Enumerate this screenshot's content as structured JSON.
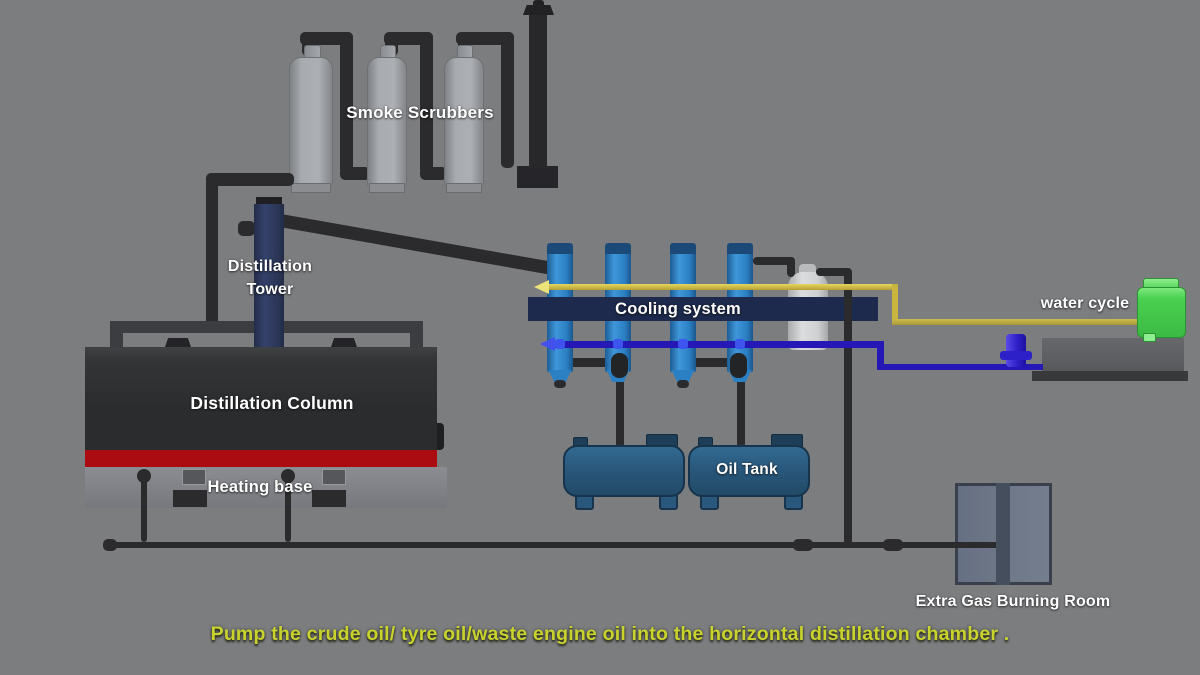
{
  "labels": {
    "smoke_scrubbers": "Smoke Scrubbers",
    "tower_line1": "Distillation",
    "tower_line2": "Tower",
    "distillation_column": "Distillation Column",
    "heating_base": "Heating base",
    "cooling_system": "Cooling system",
    "oil_tank": "Oil Tank",
    "water_cycle": "water cycle",
    "extra_gas_burning_room": "Extra Gas Burning Room"
  },
  "caption": "Pump the crude oil/ tyre oil/waste engine oil into the horizontal distillation chamber .",
  "colors": {
    "background": "#7c7d7f",
    "pipe_dark": "#2b2b2d",
    "scrubber_gray": "#a2a5a9",
    "tower_navy": "#2b3556",
    "column_dark": "#2c2d2f",
    "red_stripe": "#ab0c11",
    "base_gray": "#83858b",
    "cooling_blue": "#2b80c4",
    "cooling_bar_navy": "#1e2a4d",
    "oil_tank_blue": "#29587c",
    "bottle_gray": "#cfd0d2",
    "yellow_pipe": "#c9b43e",
    "blue_pipe": "#2618b4",
    "pump_blue": "#2e20c8",
    "green_tank": "#43c648",
    "platform_gray": "#5e6064",
    "room_slate": "#6d7787",
    "caption_yellow": "#c9d32e",
    "label_white": "#ffffff"
  }
}
